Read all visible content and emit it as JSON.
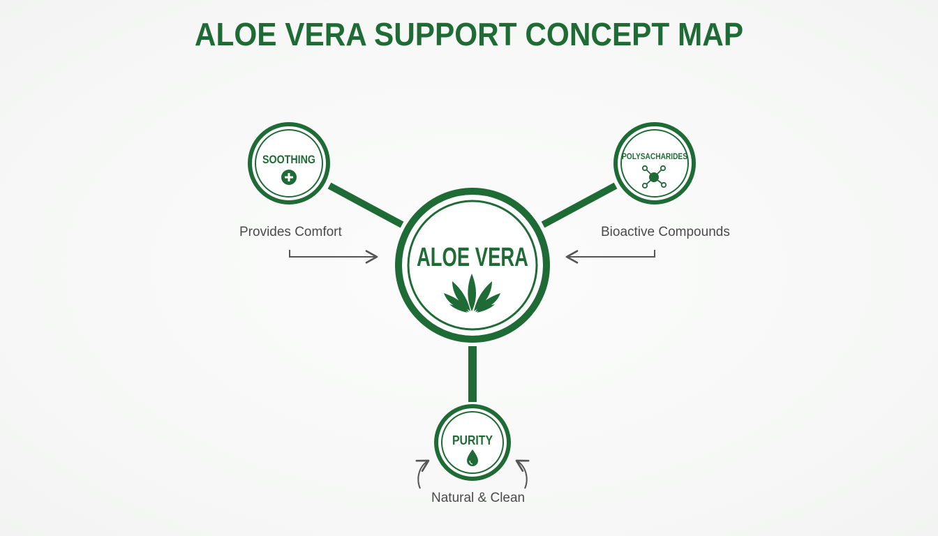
{
  "title": "ALOE VERA SUPPORT CONCEPT MAP",
  "center": {
    "label": "ALOE VERA",
    "icon": "aloe-plant-icon"
  },
  "nodes": [
    {
      "id": "soothing",
      "label": "SOOTHING",
      "icon": "plus-circle-icon",
      "caption": "Provides Comfort"
    },
    {
      "id": "polysaccharides",
      "label": "POLYSACHARIDES",
      "icon": "molecule-icon",
      "caption": "Bioactive Compounds"
    },
    {
      "id": "purity",
      "label": "PURITY",
      "icon": "water-drop-icon",
      "caption": "Natural & Clean"
    }
  ],
  "colors": {
    "primary": "#1f6b35",
    "caption_text": "#4a4a4a",
    "arrow": "#555555",
    "background": "#f8f9f8"
  }
}
